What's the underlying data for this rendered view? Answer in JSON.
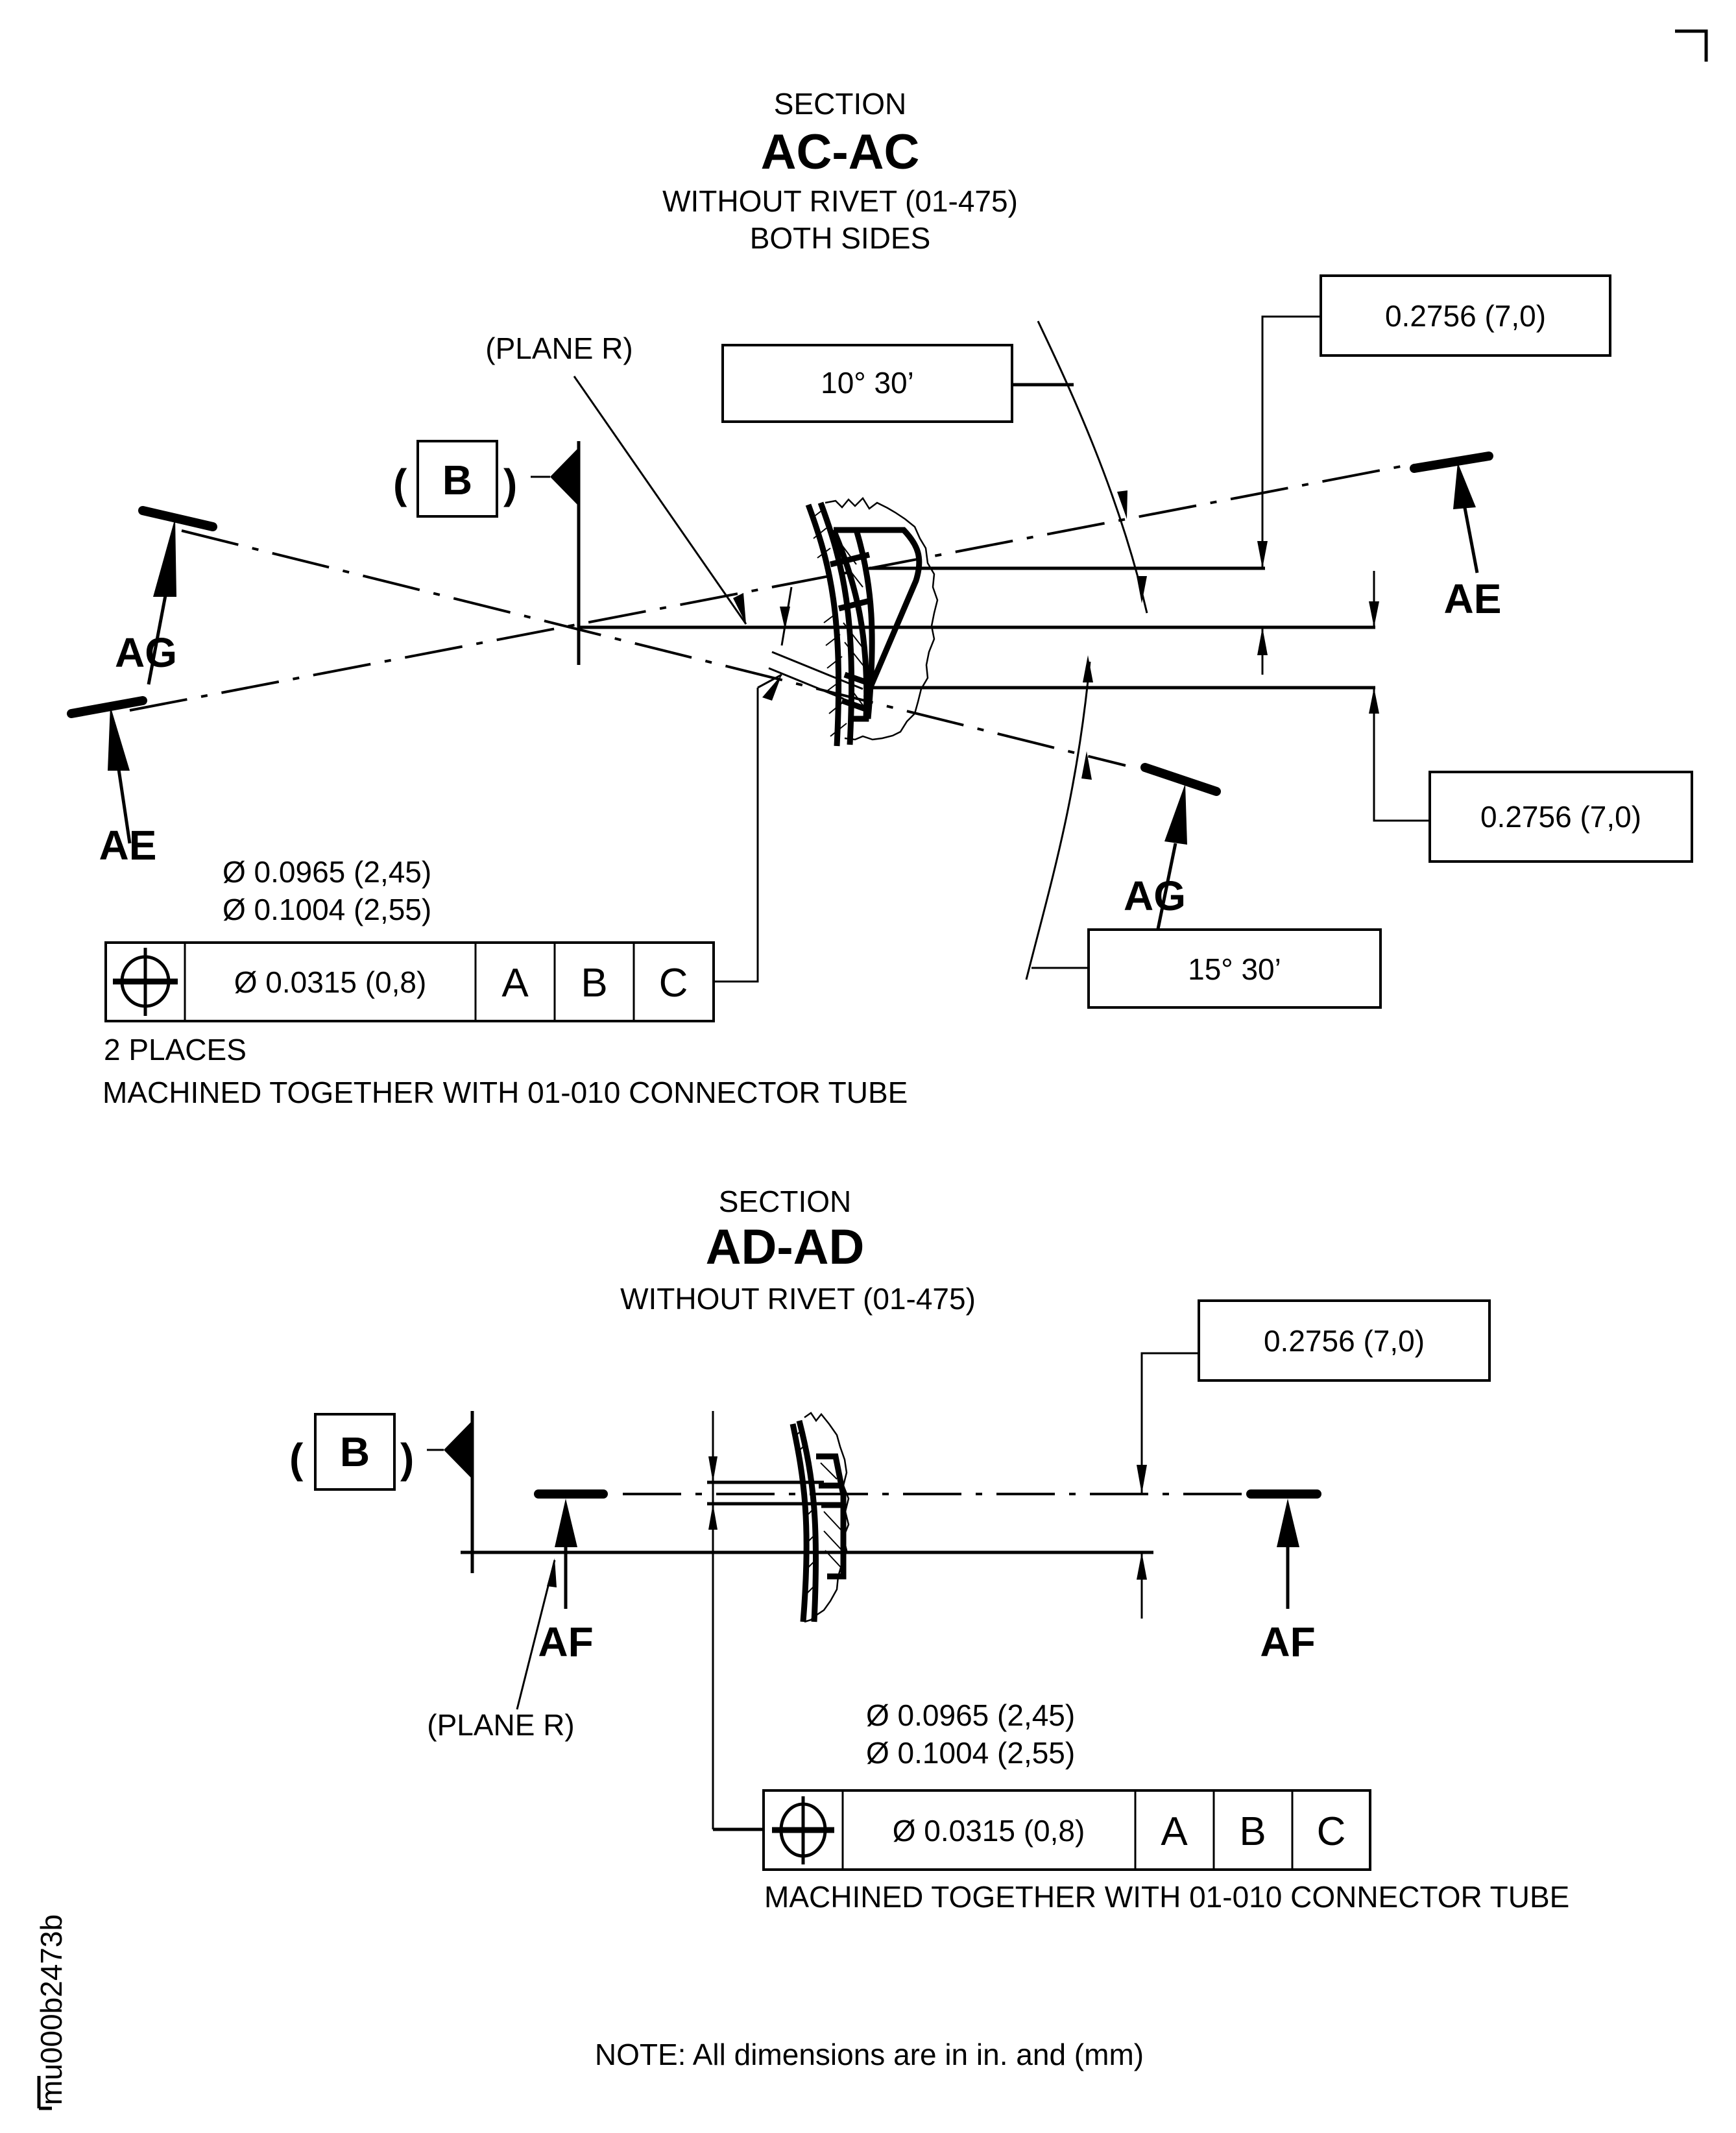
{
  "page": {
    "drawing_id": "mu000b2473b",
    "note": "NOTE: All dimensions are in in. and (mm)"
  },
  "section_ac": {
    "caption": "SECTION",
    "title": "AC-AC",
    "subtitle_1": "WITHOUT RIVET (01-475)",
    "subtitle_2": "BOTH SIDES",
    "plane_label": "(PLANE R)",
    "datum": {
      "open": "(",
      "letter": "B",
      "close": ")"
    },
    "angle_top": "10° 30’",
    "angle_bottom": "15° 30’",
    "dim_top": "0.2756 (7,0)",
    "dim_right": "0.2756 (7,0)",
    "view_labels": {
      "ag_top": "AG",
      "ae_left": "AE",
      "ae_right": "AE",
      "ag_bottom": "AG"
    },
    "hole_dia_min": "Ø 0.0965 (2,45)",
    "hole_dia_max": "Ø 0.1004 (2,55)",
    "fcf": {
      "symbol": "position-icon",
      "tolerance": "Ø 0.0315 (0,8)",
      "datums": [
        "A",
        "B",
        "C"
      ]
    },
    "places_note": "2 PLACES",
    "machining_note": "MACHINED TOGETHER WITH 01-010 CONNECTOR TUBE"
  },
  "section_ad": {
    "caption": "SECTION",
    "title": "AD-AD",
    "subtitle_1": "WITHOUT RIVET (01-475)",
    "plane_label": "(PLANE R)",
    "datum": {
      "open": "(",
      "letter": "B",
      "close": ")"
    },
    "dim_top": "0.2756 (7,0)",
    "view_labels": {
      "af_left": "AF",
      "af_right": "AF"
    },
    "hole_dia_min": "Ø 0.0965 (2,45)",
    "hole_dia_max": "Ø 0.1004 (2,55)",
    "fcf": {
      "symbol": "position-icon",
      "tolerance": "Ø 0.0315 (0,8)",
      "datums": [
        "A",
        "B",
        "C"
      ]
    },
    "machining_note": "MACHINED TOGETHER WITH 01-010 CONNECTOR TUBE"
  }
}
